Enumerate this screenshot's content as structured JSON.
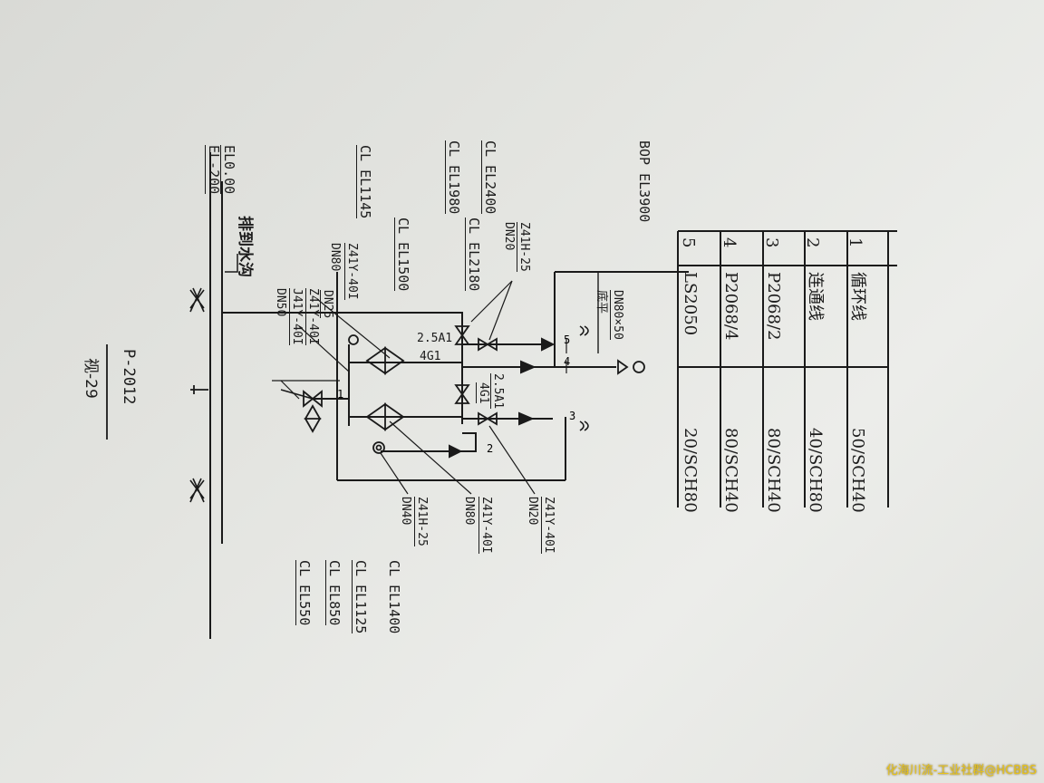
{
  "drawing": {
    "number": "P-2012",
    "view": "视-29"
  },
  "elevations": {
    "el000": "EL0.00",
    "el_200": "EL-200",
    "drain": "排到水沟",
    "cl1145": "CL EL1145",
    "cl1980": "CL EL1980",
    "cl2400": "CL EL2400",
    "cl1500": "CL EL1500",
    "cl2180": "CL EL2180",
    "bop3900": "BOP EL3900",
    "cl1400": "CL EL1400",
    "cl1125": "CL EL1125",
    "cl850": "CL EL850",
    "cl550": "CL EL550"
  },
  "valves": {
    "z41h25_dn20": "Z41H-25",
    "dn20_a": "DN20",
    "z41y40i_dn80": "Z41Y-40I",
    "dn80_a": "DN80",
    "z41y40i_dn25": "Z41Y-40I",
    "dn25": "DN25",
    "j41y40i": "J41Y-40I",
    "dn50": "DN50",
    "z41y40i_dn20b": "Z41Y-40I",
    "dn20_b": "DN20",
    "z41y40i_dn80b": "Z41Y-40I",
    "dn80_b": "DN80",
    "z41h25_dn40": "Z41H-25",
    "dn40": "DN40",
    "reducer": "DN80×50",
    "reducer_note": "底平",
    "spec_a": "2.5A1",
    "spec_b": "4G1",
    "spec_c": "2.5A1",
    "spec_d": "4G1"
  },
  "line_marks": [
    "1",
    "2",
    "3",
    "4",
    "5"
  ],
  "legend_table": {
    "rows": [
      {
        "num": "1",
        "desc": "循环线",
        "size": "50/SCH40"
      },
      {
        "num": "2",
        "desc": "连通线",
        "size": "40/SCH80"
      },
      {
        "num": "3",
        "desc": "P2068/2",
        "size": "80/SCH40"
      },
      {
        "num": "4",
        "desc": "P2068/4",
        "size": "80/SCH40"
      },
      {
        "num": "5",
        "desc": "LS2050",
        "size": "20/SCH80"
      }
    ]
  },
  "watermark": "化海川流-工业社群@HCBBS"
}
